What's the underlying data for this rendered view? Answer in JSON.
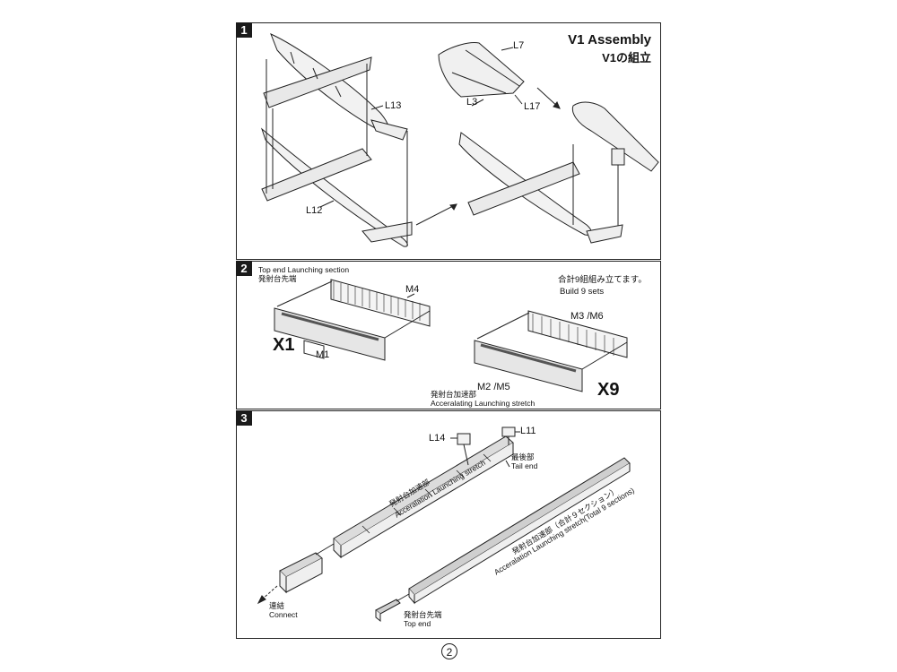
{
  "step1": {
    "number": "1",
    "title": "V1 Assembly",
    "title_jp": "V1の組立",
    "parts": {
      "l13": "L13",
      "l12": "L12",
      "l7": "L7",
      "l3": "L3",
      "l17": "L17"
    }
  },
  "step2": {
    "number": "2",
    "top_end_en": "Top end Launching section",
    "top_end_jp": "発射台先端",
    "m4": "M4",
    "m1": "M1",
    "x1": "X1",
    "build_jp": "合計9組組み立てます。",
    "build_en": "Build 9 sets",
    "m3m6": "M3 /M6",
    "m2m5": "M2 /M5",
    "x9": "X9",
    "accel_jp": "発射台加速部",
    "accel_en": "Acceralating Launching stretch"
  },
  "step3": {
    "number": "3",
    "l14": "L14",
    "l11": "L11",
    "tail_jp": "最後部",
    "tail_en": "Tail end",
    "accel_jp": "発射台加速部",
    "accel_en": "Acceralation Launching stretch",
    "accel9_jp": "発射台加速部（合計９セクション）",
    "accel9_en": "Acceralation Launching stretch(Total 9 sections)",
    "connect_jp": "連結",
    "connect_en": "Connect",
    "top_jp": "発射台先端",
    "top_en": "Top end"
  },
  "page_number": "2"
}
